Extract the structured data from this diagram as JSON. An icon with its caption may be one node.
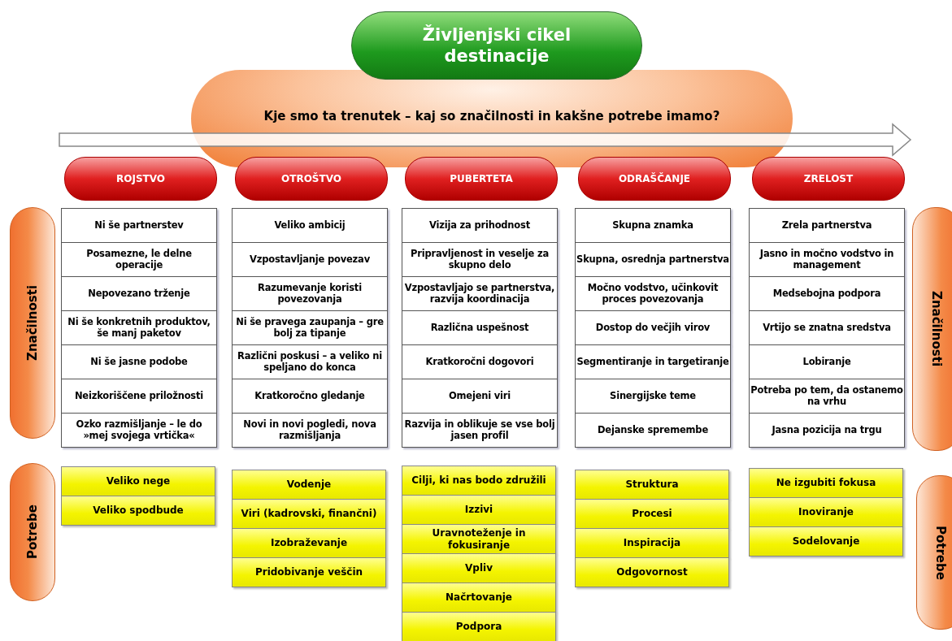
{
  "diagram": {
    "nodes": [
      {
        "text": [
          "Življenjski cikel destinacije"
        ]
      },
      {
        "text": [
          "Kje smo ta trenutek – kaj so značilnosti in kakšne potrebe imamo?"
        ]
      },
      {
        "text": [
          "ROJSTVO"
        ]
      },
      {
        "text": [
          "OTROŠTVO"
        ]
      },
      {
        "text": [
          "PUBERTETA"
        ]
      },
      {
        "text": [
          "ODRAŠČANJE"
        ]
      },
      {
        "text": [
          "ZRELOST"
        ]
      },
      {
        "text": [
          "Značilnosti"
        ]
      },
      {
        "text": [
          "Ni še partnerstev"
        ]
      },
      {
        "text": [
          "Posamezne, le delne operacije"
        ]
      },
      {
        "text": [
          "Nepovezano trženje"
        ]
      },
      {
        "text": [
          "Ni še konkretnih produktov, še manj paketov"
        ]
      },
      {
        "text": [
          "Ni še jasne podobe"
        ]
      },
      {
        "text": [
          "Neizkoriščene priložnosti"
        ]
      },
      {
        "text": [
          "Ozko razmišljanje – le do »mej svojega vrtička«"
        ]
      },
      {
        "text": [
          "Veliko ambicij"
        ]
      },
      {
        "text": [
          "Vzpostavljanje povezav"
        ]
      },
      {
        "text": [
          "Razumevanje koristi povezovanja"
        ]
      },
      {
        "text": [
          "Ni še pravega zaupanja – gre bolj za tipanje"
        ]
      },
      {
        "text": [
          "Različni poskusi – a veliko ni speljano do konca"
        ]
      },
      {
        "text": [
          "Kratkoročno gledanje"
        ]
      },
      {
        "text": [
          "Novi in novi pogledi, nova razmišljanja"
        ]
      },
      {
        "text": [
          "Vizija za prihodnost"
        ]
      },
      {
        "text": [
          "Pripravljenost in veselje za skupno delo"
        ]
      },
      {
        "text": [
          "Vzpostavljajo se partnerstva, razvija koordinacija"
        ]
      },
      {
        "text": [
          "Različna uspešnost"
        ]
      },
      {
        "text": [
          "Kratkoročni dogovori"
        ]
      },
      {
        "text": [
          "Omejeni viri"
        ]
      },
      {
        "text": [
          "Razvija in oblikuje se vse bolj jasen profil"
        ]
      },
      {
        "text": [
          "Skupna znamka"
        ]
      },
      {
        "text": [
          "Skupna, osrednja partnerstva"
        ]
      },
      {
        "text": [
          "Močno vodstvo, učinkovit proces povezovanja"
        ]
      },
      {
        "text": [
          "Dostop do večjih virov"
        ]
      },
      {
        "text": [
          "Segmentiranje in targetiranje"
        ]
      },
      {
        "text": [
          "Sinergijske teme"
        ]
      },
      {
        "text": [
          "Dejanske spremembe"
        ]
      },
      {
        "text": [
          "Zrela partnerstva"
        ]
      },
      {
        "text": [
          "Jasno in močno vodstvo in management"
        ]
      },
      {
        "text": [
          "Medsebojna podpora"
        ]
      },
      {
        "text": [
          "Vrtijo se znatna sredstva"
        ]
      },
      {
        "text": [
          "Lobiranje"
        ]
      },
      {
        "text": [
          "Potreba po tem, da ostanemo na vrhu"
        ]
      },
      {
        "text": [
          "Jasna pozicija na trgu"
        ]
      },
      {
        "text": [
          "Značilnosti"
        ]
      },
      {
        "text": [
          "Potrebe"
        ]
      },
      {
        "text": [
          "Veliko nege"
        ]
      },
      {
        "text": [
          "Veliko spodbude"
        ]
      },
      {
        "text": [
          "Vodenje"
        ]
      },
      {
        "text": [
          "Viri (kadrovski, finančni)"
        ]
      },
      {
        "text": [
          "Izobraževanje"
        ]
      },
      {
        "text": [
          "Pridobivanje veščin"
        ]
      },
      {
        "text": [
          "Cilji, ki nas bodo združili"
        ]
      },
      {
        "text": [
          "Izzivi"
        ]
      },
      {
        "text": [
          "Uravnoteženje in fokusiranje"
        ]
      },
      {
        "text": [
          "Vpliv"
        ]
      },
      {
        "text": [
          "Načrtovanje"
        ]
      },
      {
        "text": [
          "Podpora"
        ]
      },
      {
        "text": [
          "Struktura"
        ]
      },
      {
        "text": [
          "Procesi"
        ]
      },
      {
        "text": [
          "Inspiracija"
        ]
      },
      {
        "text": [
          "Odgovornost"
        ]
      },
      {
        "text": [
          "Ne izgubiti fokusa"
        ]
      },
      {
        "text": [
          "Inoviranje"
        ]
      },
      {
        "text": [
          "Sodelovanje"
        ]
      },
      {
        "text": [
          "Potrebe"
        ]
      }
    ]
  }
}
